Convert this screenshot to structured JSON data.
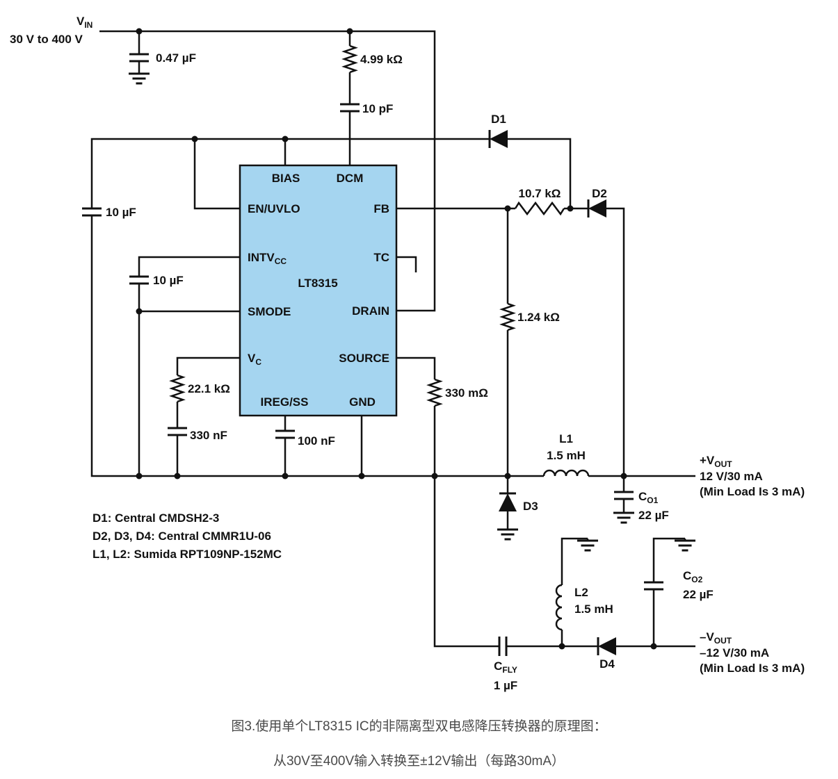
{
  "schematic": {
    "colors": {
      "ic_fill": "#a5d5f0",
      "stroke": "#111111",
      "caption": "#4a4a4a"
    },
    "input": {
      "name": "V",
      "name_sub": "IN",
      "range": "30 V to 400 V"
    },
    "ic": {
      "part": "LT8315",
      "pins": {
        "bias": "BIAS",
        "dcm": "DCM",
        "en_uvlo": "EN/UVLO",
        "fb": "FB",
        "intvcc": "INTV",
        "intvcc_sub": "CC",
        "tc": "TC",
        "smode": "SMODE",
        "drain": "DRAIN",
        "vc": "V",
        "vc_sub": "C",
        "source": "SOURCE",
        "iregss": "IREG/SS",
        "gnd": "GND"
      }
    },
    "parts": {
      "cin": {
        "value": "0.47 µF"
      },
      "rdcm": {
        "value": "4.99 kΩ"
      },
      "cdcm": {
        "value": "10 pF"
      },
      "d1": {
        "ref": "D1"
      },
      "cbias": {
        "value": "10 µF"
      },
      "cintvcc": {
        "value": "10 µF"
      },
      "rfb1": {
        "value": "10.7 kΩ"
      },
      "d2": {
        "ref": "D2"
      },
      "rfb2": {
        "value": "1.24 kΩ"
      },
      "rvc": {
        "value": "22.1 kΩ"
      },
      "cvc": {
        "value": "330 nF"
      },
      "css": {
        "value": "100 nF"
      },
      "rsense": {
        "value": "330 mΩ"
      },
      "l1": {
        "ref": "L1",
        "value": "1.5 mH"
      },
      "d3": {
        "ref": "D3"
      },
      "co1": {
        "ref": "C",
        "ref_sub": "O1",
        "value": "22 µF"
      },
      "l2": {
        "ref": "L2",
        "value": "1.5 mH"
      },
      "co2": {
        "ref": "C",
        "ref_sub": "O2",
        "value": "22 µF"
      },
      "cfly": {
        "ref": "C",
        "ref_sub": "FLY",
        "value": "1 µF"
      },
      "d4": {
        "ref": "D4"
      }
    },
    "outputs": {
      "positive": {
        "name": "+V",
        "name_sub": "OUT",
        "rating": "12 V/30 mA",
        "note": "(Min Load Is 3 mA)"
      },
      "negative": {
        "name": "–V",
        "name_sub": "OUT",
        "rating": "–12 V/30 mA",
        "note": "(Min Load Is 3 mA)"
      }
    },
    "notes": [
      "D1: Central CMDSH2-3",
      "D2, D3, D4: Central CMMR1U-06",
      "L1, L2: Sumida RPT109NP-152MC"
    ]
  },
  "caption": {
    "line1": "图3.使用单个LT8315 IC的非隔离型双电感降压转换器的原理图：",
    "line2": "从30V至400V输入转换至±12V输出（每路30mA）"
  }
}
